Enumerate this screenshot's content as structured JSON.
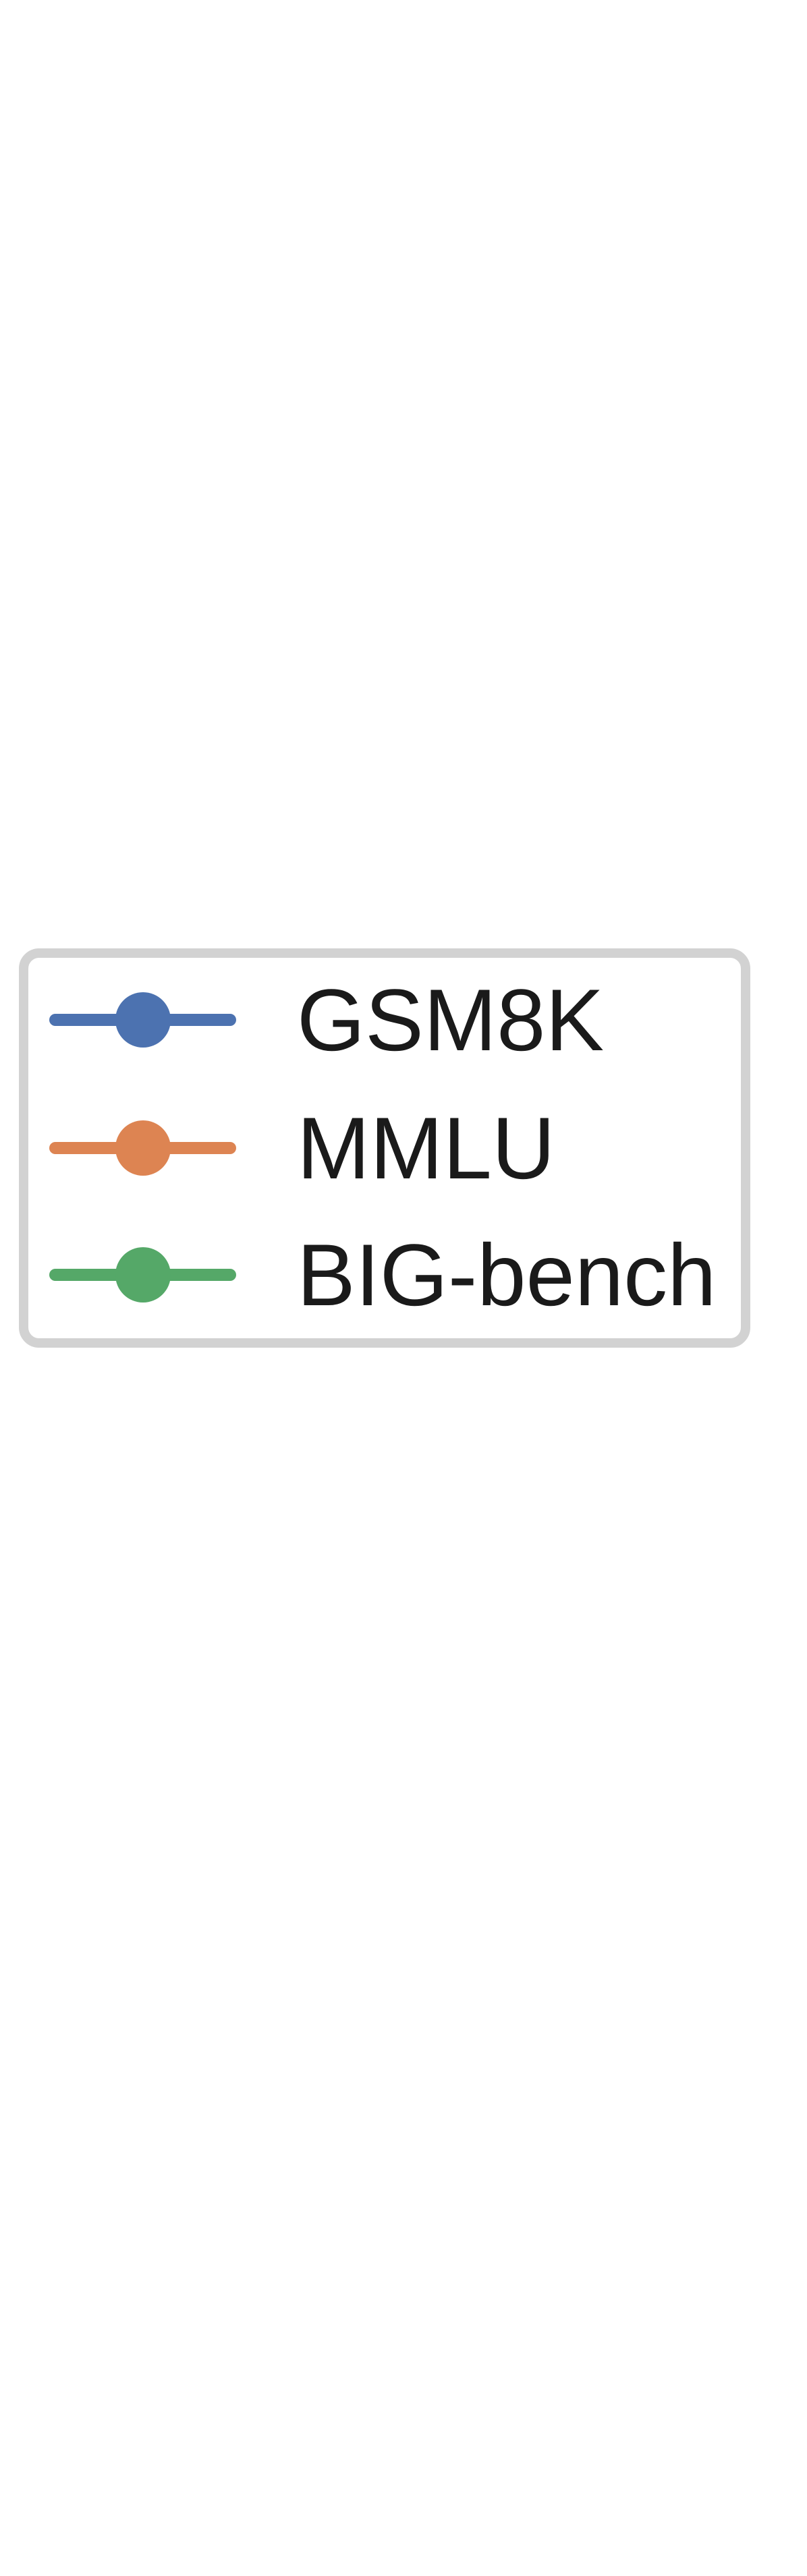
{
  "canvas": {
    "background": "#ffffff"
  },
  "legend": {
    "border_color": "#d2d2d2",
    "background": "#ffffff",
    "text_color": "#1a1a1a",
    "entries": [
      {
        "label": "GSM8K",
        "color": "#4C72B0",
        "marker": "circle-on-line"
      },
      {
        "label": "MMLU",
        "color": "#DD8452",
        "marker": "circle-on-line"
      },
      {
        "label": "BIG-bench",
        "color": "#55A868",
        "marker": "circle-on-line"
      }
    ]
  },
  "chart_data": {
    "type": "line",
    "title": "",
    "xlabel": "",
    "ylabel": "",
    "legend_position": "center-left of canvas",
    "legend_visible_only": true,
    "series": [
      {
        "name": "GSM8K",
        "color": "#4C72B0",
        "values": []
      },
      {
        "name": "MMLU",
        "color": "#DD8452",
        "values": []
      },
      {
        "name": "BIG-bench",
        "color": "#55A868",
        "values": []
      }
    ]
  }
}
